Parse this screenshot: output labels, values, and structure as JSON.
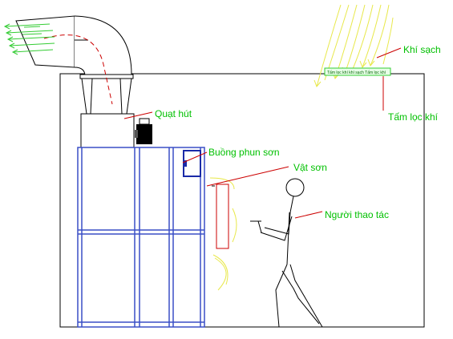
{
  "labels": {
    "fan": "Quạt hút",
    "clean_air": "Khí sạch",
    "air_filter": "Tấm lọc khí",
    "spray_booth": "Buồng phun sơn",
    "paint_object": "Vật sơn",
    "operator": "Người thao tác"
  },
  "filter_text": "Tấm lọc khí khí sạch Tấm lọc khí",
  "colors": {
    "outline": "#000000",
    "booth_blue": "#3a4fc6",
    "booth_dark_blue": "#1a2aa8",
    "leader_red": "#cc0000",
    "label_green": "#00c000",
    "arrow_yellow": "#e8e84a",
    "exhaust_green": "#33cc33"
  }
}
